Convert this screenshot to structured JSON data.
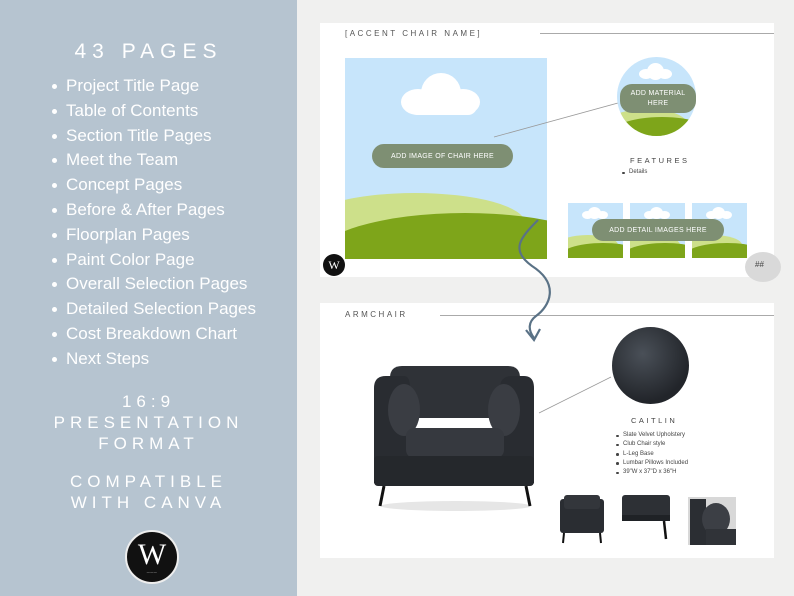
{
  "left_panel": {
    "pages_title": "43 PAGES",
    "features": [
      "Project Title Page",
      "Table of Contents",
      "Section Title Pages",
      "Meet the Team",
      "Concept Pages",
      "Before & After Pages",
      "Floorplan Pages",
      "Paint Color Page",
      "Overall Selection Pages",
      "Detailed Selection Pages",
      "Cost Breakdown Chart",
      "Next Steps"
    ],
    "format_lines": [
      "16:9",
      "PRESENTATION",
      "FORMAT"
    ],
    "compat_lines": [
      "COMPATIBLE",
      "WITH CANVA"
    ],
    "logo_letter": "W"
  },
  "slide_template": {
    "label": "[ACCENT CHAIR NAME]",
    "add_image_label": "ADD IMAGE OF CHAIR HERE",
    "add_material_label": "ADD MATERIAL HERE",
    "features_title": "FEATURES",
    "features_items": [
      "Details"
    ],
    "add_detail_label": "ADD DETAIL IMAGES HERE",
    "page_number": "##",
    "logo_letter": "W"
  },
  "slide_example": {
    "label": "ARMCHAIR",
    "product_name": "CAITLIN",
    "product_details": [
      "Slate Velvet Upholstery",
      "Club Chair style",
      "L-Leg Base",
      "Lumbar Pillows Included",
      "39\"W x 37\"D x 36\"H"
    ]
  },
  "colors": {
    "left_panel_bg": "#b6c4d0",
    "pill_bg": "#7e8f73",
    "arrow": "#5a7286",
    "sky": "#c7e5fb",
    "hill_light": "#cde08a",
    "hill_dark": "#7ea51a",
    "chair": "#2b2e33"
  }
}
